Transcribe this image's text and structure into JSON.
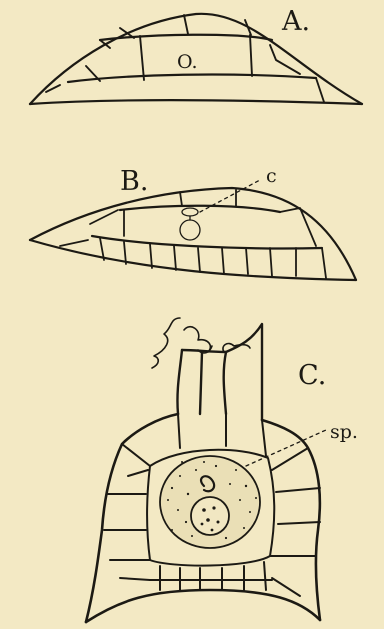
{
  "panels": [
    {
      "id": "A",
      "label": "A.",
      "cell_labels": [
        "O."
      ]
    },
    {
      "id": "B",
      "label": "B.",
      "pointer_labels": [
        "c"
      ]
    },
    {
      "id": "C",
      "label": "C.",
      "pointer_labels": [
        "sp."
      ]
    }
  ],
  "colors": {
    "paper": "#f3e9c4",
    "ink": "#1c1a14"
  }
}
